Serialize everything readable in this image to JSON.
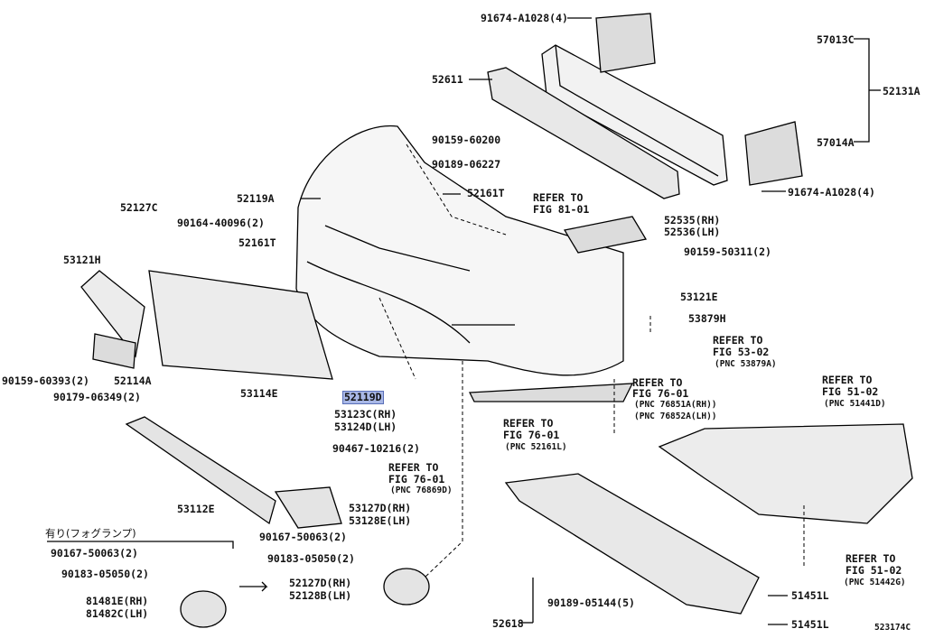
{
  "figure_code": "523174C",
  "fog_lamp_note": "有り(フォグランプ)",
  "part_labels": {
    "p91674_top": "91674-A1028(4)",
    "p57013C": "57013C",
    "p52611": "52611",
    "p52131A": "52131A",
    "p57014A": "57014A",
    "p91674_bot": "91674-A1028(4)",
    "p90159_60200": "90159-60200",
    "p90189_06227": "90189-06227",
    "p52161T_a": "52161T",
    "p52119A": "52119A",
    "p52127C": "52127C",
    "p90164_40096": "90164-40096(2)",
    "p52161T_b": "52161T",
    "p53121H": "53121H",
    "p52535_line1": "52535(RH)",
    "p52535_line2": "52536(LH)",
    "p90159_50311": "90159-50311(2)",
    "p53121E": "53121E",
    "p53879H": "53879H",
    "p90159_60393": "90159-60393(2)",
    "p52114A": "52114A",
    "p90179_06349": "90179-06349(2)",
    "p53114E": "53114E",
    "p52119D": "52119D",
    "p53123C_line1": "53123C(RH)",
    "p53123C_line2": "53124D(LH)",
    "p90467_10216": "90467-10216(2)",
    "p53112E": "53112E",
    "p53127D_line1": "53127D(RH)",
    "p53127D_line2": "53128E(LH)",
    "p90167_50063_a": "90167-50063(2)",
    "p90183_05050_a": "90183-05050(2)",
    "p90167_50063_b": "90167-50063(2)",
    "p90183_05050_b": "90183-05050(2)",
    "p81481E_line1": "81481E(RH)",
    "p81481E_line2": "81482C(LH)",
    "p52127D_line1": "52127D(RH)",
    "p52127D_line2": "52128B(LH)",
    "p52618": "52618",
    "p90189_05144": "90189-05144(5)",
    "p51451L_a": "51451L",
    "p51451L_b": "51451L"
  },
  "references": {
    "ref81": {
      "l1": "REFER TO",
      "l2": "FIG 81-01"
    },
    "ref53": {
      "l1": "REFER TO",
      "l2": "FIG 53-02",
      "l3": "(PNC 53879A)"
    },
    "ref76a": {
      "l1": "REFER TO",
      "l2": "FIG 76-01",
      "l3": "(PNC 76851A(RH))",
      "l4": "(PNC 76852A(LH))"
    },
    "ref76b": {
      "l1": "REFER TO",
      "l2": "FIG 76-01",
      "l3": "(PNC 52161L)"
    },
    "ref76c": {
      "l1": "REFER TO",
      "l2": "FIG 76-01",
      "l3": "(PNC 76869D)"
    },
    "ref51a": {
      "l1": "REFER TO",
      "l2": "FIG 51-02",
      "l3": "(PNC 51441D)"
    },
    "ref51b": {
      "l1": "REFER TO",
      "l2": "FIG 51-02",
      "l3": "(PNC 51442G)"
    }
  }
}
